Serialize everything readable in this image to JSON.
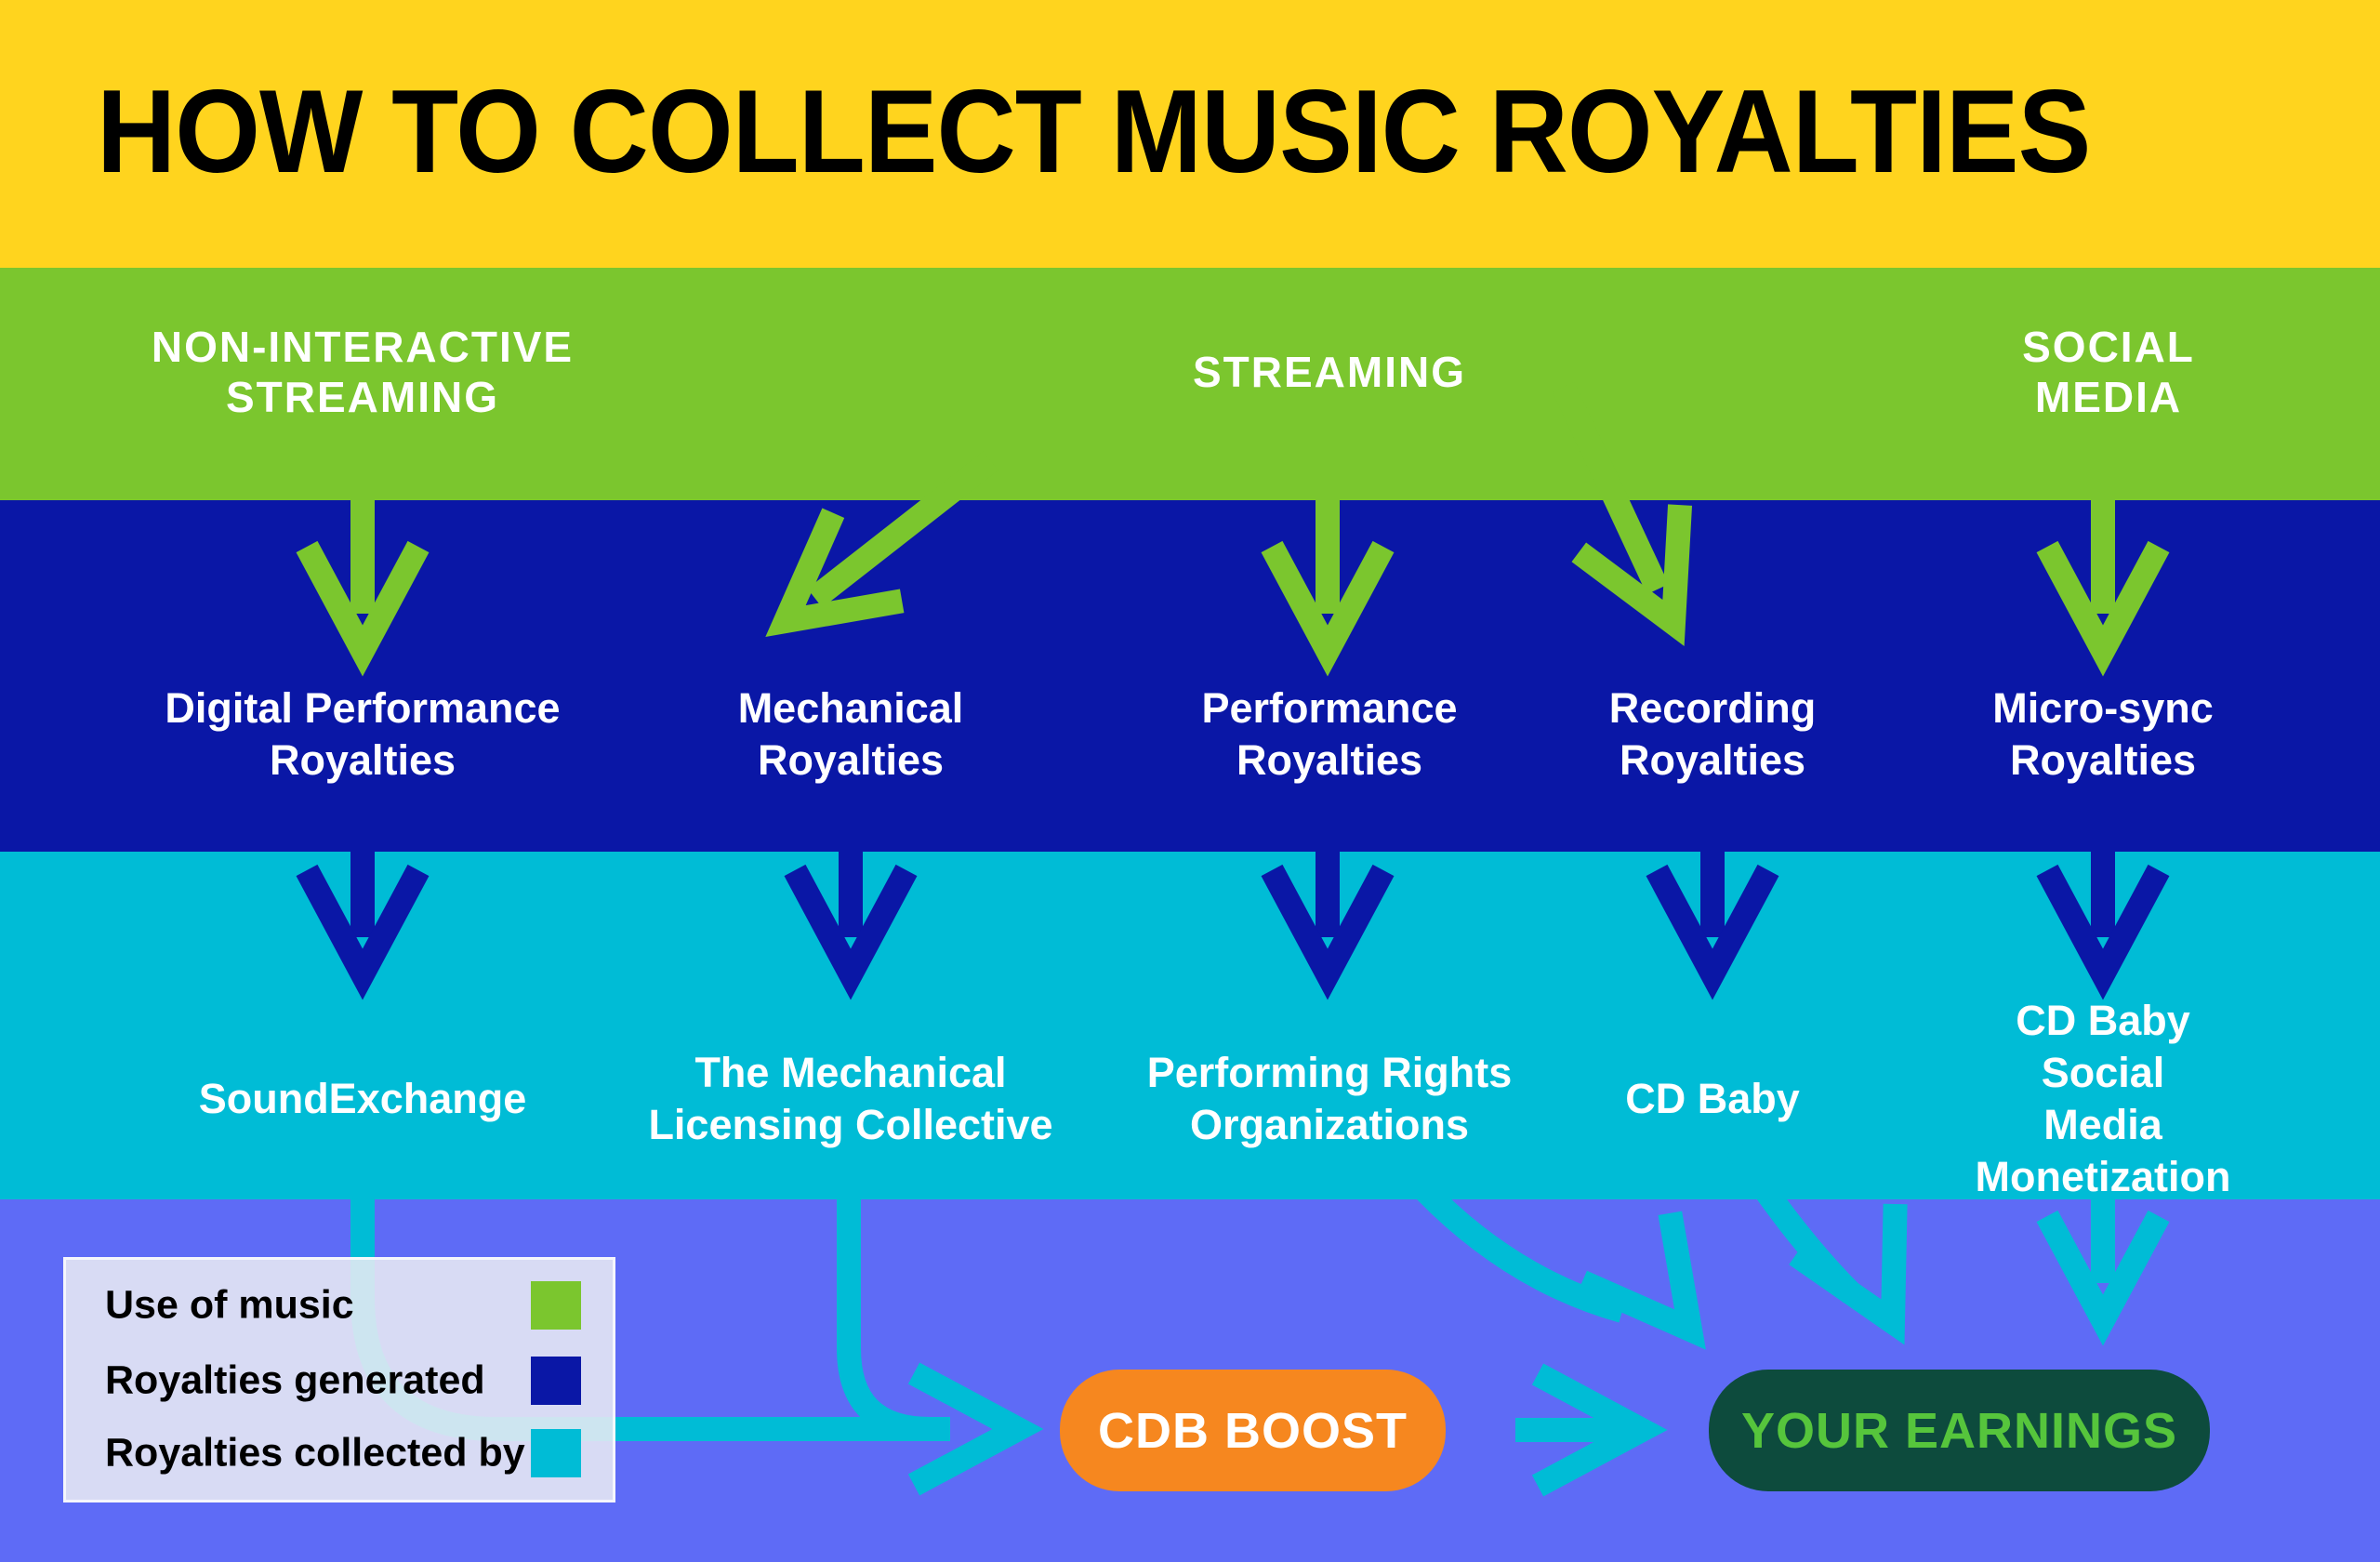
{
  "title": "HOW TO COLLECT MUSIC ROYALTIES",
  "categories": [
    {
      "label": "NON-INTERACTIVE\nSTREAMING"
    },
    {
      "label": "STREAMING"
    },
    {
      "label": "SOCIAL MEDIA"
    }
  ],
  "royalties": [
    {
      "label": "Digital Performance\nRoyalties"
    },
    {
      "label": "Mechanical\nRoyalties"
    },
    {
      "label": "Performance\nRoyalties"
    },
    {
      "label": "Recording\nRoyalties"
    },
    {
      "label": "Micro-sync\nRoyalties"
    }
  ],
  "collectors": [
    {
      "label": "SoundExchange"
    },
    {
      "label": "The Mechanical\nLicensing Collective"
    },
    {
      "label": "Performing Rights\nOrganizations"
    },
    {
      "label": "CD Baby"
    },
    {
      "label": "CD Baby Social\nMedia Monetization"
    }
  ],
  "legend": {
    "items": [
      {
        "label": "Use of music",
        "color": "#7BC62E"
      },
      {
        "label": "Royalties generated",
        "color": "#0A17A6"
      },
      {
        "label": "Royalties collected by",
        "color": "#00BCD6"
      }
    ]
  },
  "flow": {
    "boost_label": "CDB BOOST",
    "earnings_label": "YOUR EARNINGS"
  },
  "colors": {
    "header_bg": "#FFD41E",
    "use_of_music": "#7BC62E",
    "royalties_generated": "#0A17A6",
    "royalties_collected": "#00BCD6",
    "background": "#5E6BF6",
    "boost_bg": "#F6871F",
    "earnings_bg": "#0D4B3D",
    "earnings_text": "#56C53C"
  }
}
